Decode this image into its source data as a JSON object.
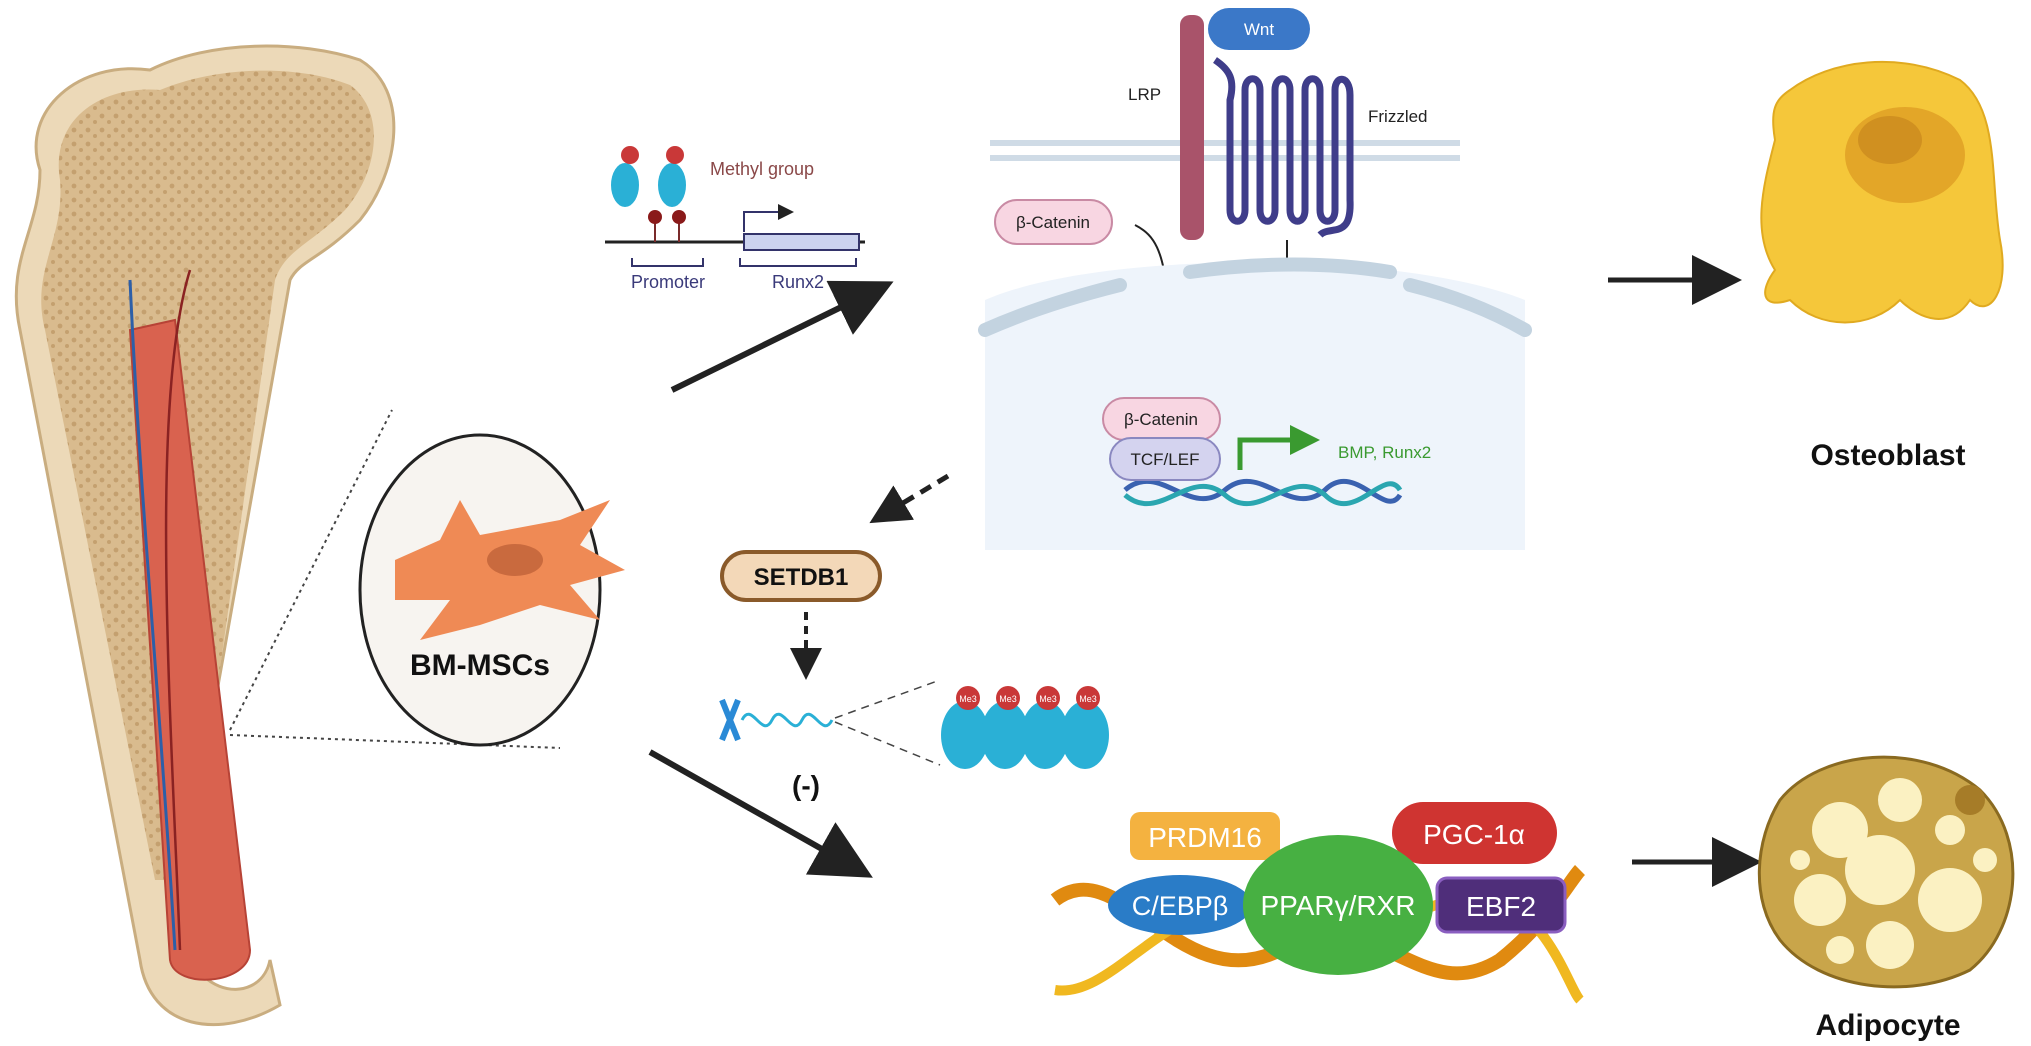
{
  "labels": {
    "methyl_group": "Methyl group",
    "promoter": "Promoter",
    "runx2_gene": "Runx2",
    "lrp": "LRP",
    "wnt": "Wnt",
    "frizzled": "Frizzled",
    "beta_catenin_cyto": "β-Catenin",
    "beta_catenin_nuc": "β-Catenin",
    "tcf_lef": "TCF/LEF",
    "targets": "BMP, Runx2",
    "osteoblast": "Osteoblast",
    "bm_mscs": "BM-MSCs",
    "setdb1": "SETDB1",
    "inhibit": "(-)",
    "me3": "Me3",
    "prdm16": "PRDM16",
    "pgc1a": "PGC-1α",
    "cebpb": "C/EBPβ",
    "ppar_rxr": "PPARγ/RXR",
    "ebf2": "EBF2",
    "adipocyte": "Adipocyte"
  },
  "colors": {
    "bone": "#e6cfa6",
    "marrow": "#d9624f",
    "msc": "#ef8a55",
    "wnt": "#3b78c8",
    "lrp": "#a9536a",
    "frizzled": "#3f3d8a",
    "nucleus": "#eef4fb",
    "setdb1": "#f3d8b8",
    "osteoblast": "#f5c73a",
    "adipocyte": "#c9a54a",
    "prdm16": "#f4b240",
    "pgc1a": "#cf3431",
    "cebpb": "#2a7cc7",
    "ppar": "#47b042",
    "ebf2": "#4f2e7a",
    "target_arrow": "#3a9a30"
  }
}
